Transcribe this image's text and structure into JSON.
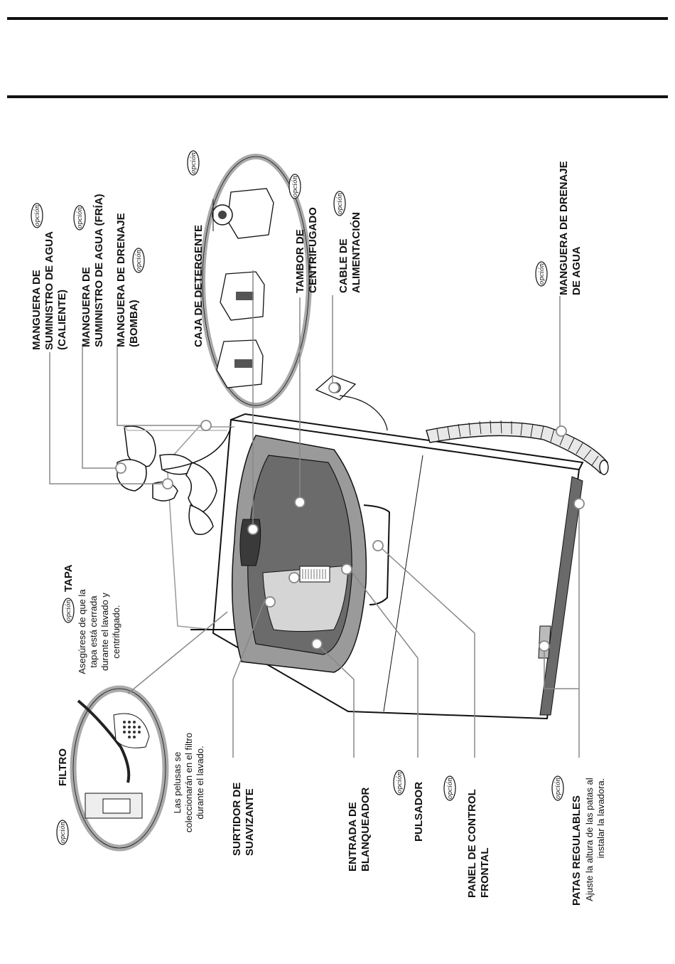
{
  "labels": {
    "opcion": "opción",
    "hose_hot": [
      "MANGUERA DE",
      "SUMINISTRO DE AGUA",
      "(CALIENTE)"
    ],
    "hose_cold": [
      "MANGUERA DE",
      "SUMINISTRO DE AGUA (FRÍA)"
    ],
    "hose_pump": [
      "MANGUERA DE DRENAJE",
      "(BOMBA)"
    ],
    "detergent_box": "CAJA DE DETERGENTE",
    "spin_drum": [
      "TAMBOR DE",
      "CENTRIFUGADO"
    ],
    "power_cord": [
      "CABLE DE",
      "ALIMENTACIÓN"
    ],
    "drain_hose": [
      "MANGUERA DE DRENAJE",
      "DE AGUA"
    ],
    "lid": "TAPA",
    "lid_note": [
      "Asegúrese de que la",
      "tapa está cerrada",
      "durante el lavado y",
      "centrifugado."
    ],
    "filter": "FILTRO",
    "filter_note": [
      "Las pelusas se",
      "coleccionarán en el filtro",
      "durante el lavado."
    ],
    "softener": [
      "SURTIDOR DE",
      "SUAVIZANTE"
    ],
    "bleach": [
      "ENTRADA DE",
      "BLANQUEADOR"
    ],
    "pulsator": "PULSADOR",
    "control_panel": [
      "PANEL DE CONTROL",
      "FRONTAL"
    ],
    "legs": "PATAS REGULABLES",
    "legs_note": [
      "Ajuste la altura de las patas al",
      "instalar la lavadora."
    ]
  },
  "colors": {
    "ink": "#111111",
    "tub_gray": "#8a8a8a",
    "dark_gray": "#5a5a5a",
    "light_gray": "#d9d9d9"
  }
}
